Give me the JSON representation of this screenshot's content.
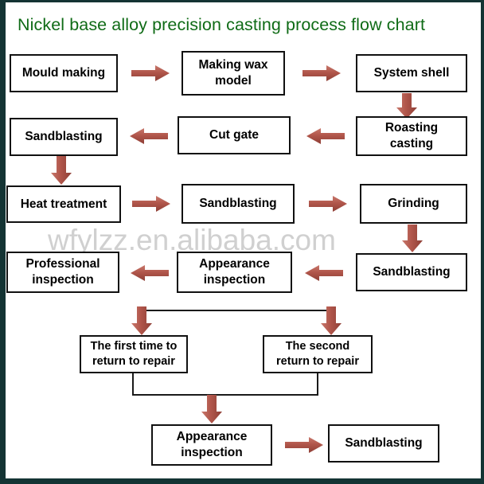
{
  "page": {
    "title": "Nickel base alloy precision casting process flow chart",
    "title_color": "#0f6b16",
    "frame_color": "#143434",
    "background": "#ffffff",
    "watermark": "wfylzz.en.alibaba.com",
    "watermark_color": "#c8c8c8",
    "box_border_color": "#111111",
    "arrow_color": "#b1564b",
    "connector_color": "#1a1a1a"
  },
  "flow": {
    "nodes": [
      {
        "id": "mould-making",
        "label": "Mould making"
      },
      {
        "id": "making-wax-model",
        "label": "Making wax\nmodel"
      },
      {
        "id": "system-shell",
        "label": "System shell"
      },
      {
        "id": "roasting-casting",
        "label": "Roasting\ncasting"
      },
      {
        "id": "cut-gate",
        "label": "Cut gate"
      },
      {
        "id": "sandblasting-1",
        "label": "Sandblasting"
      },
      {
        "id": "heat-treatment",
        "label": "Heat treatment"
      },
      {
        "id": "sandblasting-2",
        "label": "Sandblasting"
      },
      {
        "id": "grinding",
        "label": "Grinding"
      },
      {
        "id": "sandblasting-3",
        "label": "Sandblasting"
      },
      {
        "id": "appearance-inspection-1",
        "label": "Appearance\ninspection"
      },
      {
        "id": "professional-inspection",
        "label": "Professional\ninspection"
      },
      {
        "id": "first-return-repair",
        "label": "The first time to\nreturn to repair"
      },
      {
        "id": "second-return-repair",
        "label": "The second\nreturn to repair"
      },
      {
        "id": "appearance-inspection-2",
        "label": "Appearance\ninspection"
      },
      {
        "id": "sandblasting-4",
        "label": "Sandblasting"
      }
    ],
    "labels": {
      "mould_making": "Mould making",
      "making_wax_model_line1": "Making wax",
      "making_wax_model_line2": "model",
      "system_shell": "System shell",
      "roasting_casting_line1": "Roasting",
      "roasting_casting_line2": "casting",
      "cut_gate": "Cut gate",
      "sandblasting_1": "Sandblasting",
      "heat_treatment": "Heat treatment",
      "sandblasting_2": "Sandblasting",
      "grinding": "Grinding",
      "sandblasting_3": "Sandblasting",
      "appearance_inspection_1_line1": "Appearance",
      "appearance_inspection_1_line2": "inspection",
      "professional_inspection_line1": "Professional",
      "professional_inspection_line2": "inspection",
      "first_return_repair_line1": "The first time to",
      "first_return_repair_line2": "return to repair",
      "second_return_repair_line1": "The second",
      "second_return_repair_line2": "return to repair",
      "appearance_inspection_2_line1": "Appearance",
      "appearance_inspection_2_line2": "inspection",
      "sandblasting_4": "Sandblasting"
    },
    "connectors": [
      {
        "id": "arrow-mould-to-wax",
        "direction": "right"
      },
      {
        "id": "arrow-wax-to-shell",
        "direction": "right"
      },
      {
        "id": "arrow-shell-to-roasting",
        "direction": "down"
      },
      {
        "id": "arrow-roasting-to-cutgate",
        "direction": "left"
      },
      {
        "id": "arrow-cutgate-to-sandblasting",
        "direction": "left"
      },
      {
        "id": "arrow-sandblasting-to-heat",
        "direction": "down"
      },
      {
        "id": "arrow-heat-to-sandblasting",
        "direction": "right"
      },
      {
        "id": "arrow-sandblasting-to-grinding",
        "direction": "right"
      },
      {
        "id": "arrow-grinding-to-sandblasting",
        "direction": "down"
      },
      {
        "id": "arrow-sandblasting-to-appearance",
        "direction": "left"
      },
      {
        "id": "arrow-appearance-to-professional",
        "direction": "left"
      },
      {
        "id": "arrow-to-first-repair",
        "direction": "down"
      },
      {
        "id": "arrow-to-second-repair",
        "direction": "down"
      },
      {
        "id": "arrow-repairs-to-appearance",
        "direction": "down"
      },
      {
        "id": "arrow-appearance-to-sandblasting",
        "direction": "right"
      }
    ]
  }
}
